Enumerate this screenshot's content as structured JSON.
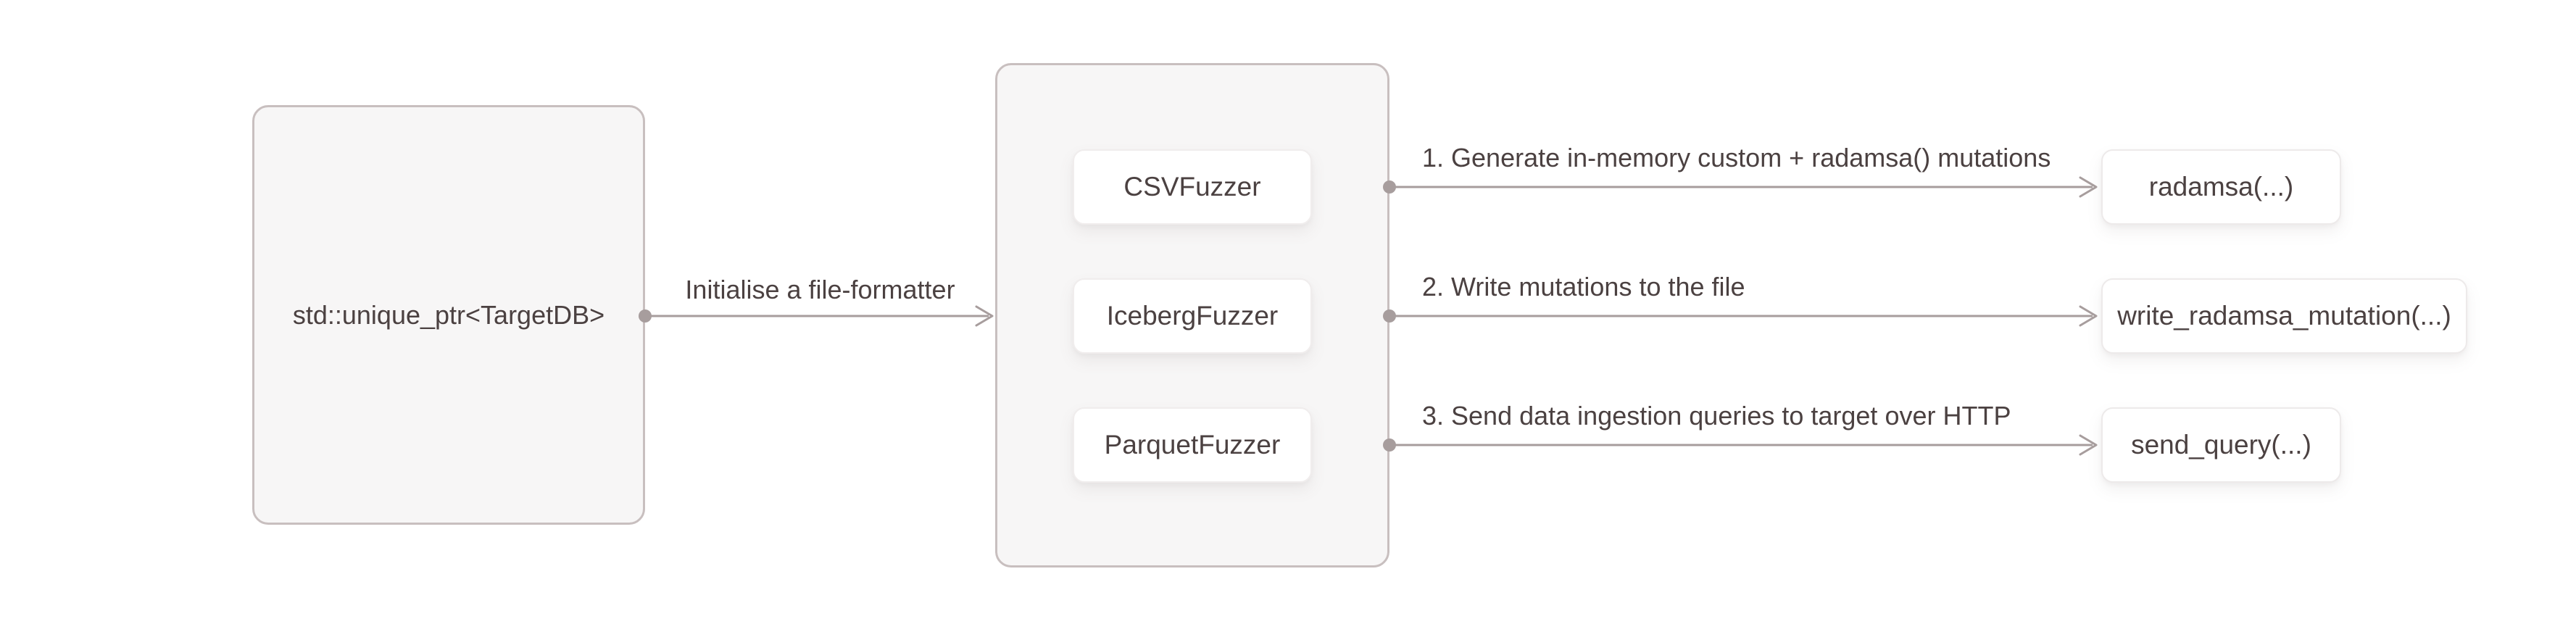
{
  "diagram": {
    "source_box": {
      "label": "std::unique_ptr<TargetDB>"
    },
    "init_edge": {
      "label": "Initialise a file-formatter"
    },
    "fuzzer_group": {
      "fuzzers": [
        {
          "label": "CSVFuzzer"
        },
        {
          "label": "IcebergFuzzer"
        },
        {
          "label": "ParquetFuzzer"
        }
      ]
    },
    "steps": [
      {
        "label": "1. Generate in-memory custom + radamsa() mutations",
        "target": "radamsa(...)"
      },
      {
        "label": "2. Write mutations to the file",
        "target": "write_radamsa_mutation(...)"
      },
      {
        "label": "3. Send data ingestion queries to target over HTTP",
        "target": "send_query(...)"
      }
    ],
    "colors": {
      "background": "#ffffff",
      "group_fill": "#f7f6f6",
      "group_border": "#c8bfbf",
      "card_fill": "#ffffff",
      "card_border": "#f0eded",
      "wire": "#a79d9d",
      "text": "#4b4141"
    }
  }
}
